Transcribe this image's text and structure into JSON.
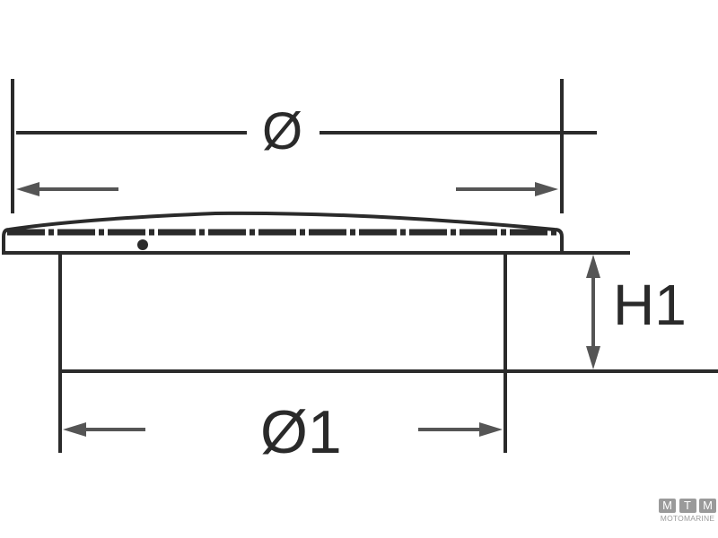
{
  "diagram": {
    "type": "technical-dimension-drawing",
    "subject": "flat cap / plug with flange",
    "labels": {
      "outer_diameter": "Ø",
      "inner_diameter": "Ø1",
      "height": "H1"
    },
    "colors": {
      "line": "#2b2b2b",
      "dimension": "#555555",
      "logo": "#9a9a9a"
    }
  },
  "logo": {
    "letters": [
      "M",
      "T",
      "M"
    ],
    "brand": "MOTOMARINE"
  }
}
